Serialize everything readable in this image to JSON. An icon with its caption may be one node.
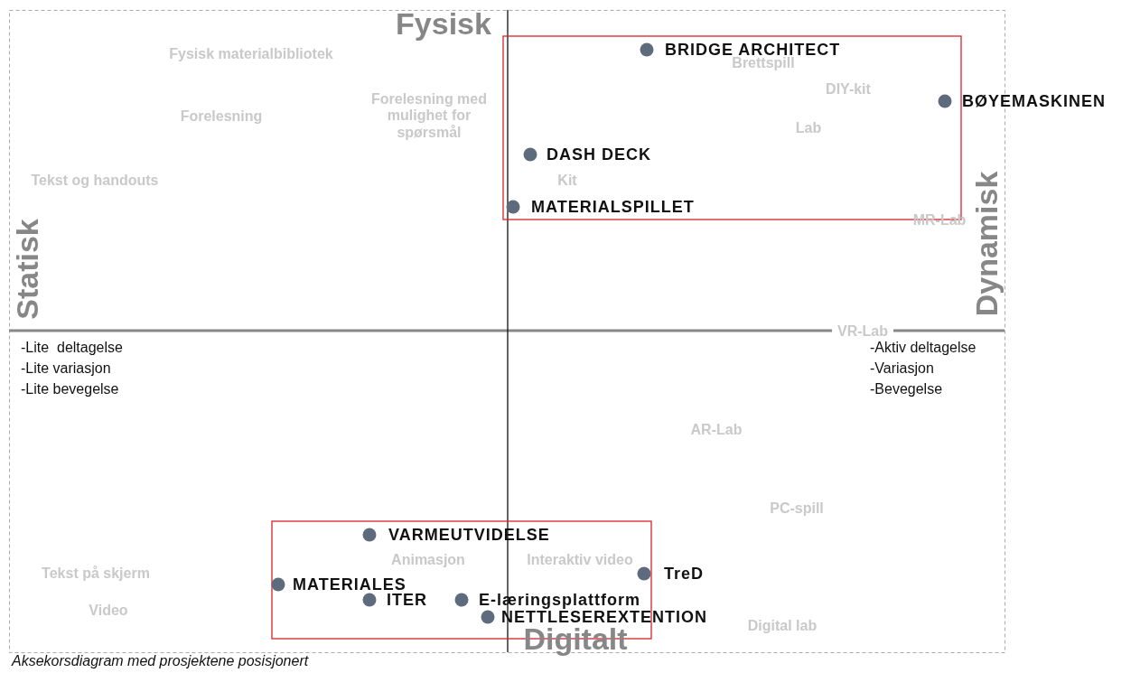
{
  "diagram": {
    "caption": "Aksekorsdiagram med prosjektene posisjonert",
    "labels": [
      "Fysisk",
      "BRIDGE ARCHITECT",
      "Fysisk materialbibliotek",
      "Brettspill",
      "DIY-kit",
      "Forelesning med mulighet for spørsmål",
      "BØYEMASKINEN",
      "Forelesning",
      "Lab",
      "DASH DECK",
      "Kit",
      "Tekst og handouts",
      "MATERIALSPILLET",
      "MR-Lab",
      "Statisk",
      "Dynamisk",
      "VR-Lab",
      "-Lite  deltagelse",
      "-Aktiv deltagelse",
      "-Lite variasjon",
      "-Variasjon",
      "-Lite bevegelse",
      "-Bevegelse",
      "AR-Lab",
      "PC-spill",
      "VARMEUTVIDELSE",
      "Animasjon",
      "Interaktiv video",
      "Tekst på skjerm",
      "TreD",
      "MATERIALES",
      "ITER",
      "E-læringsplattform",
      "Video",
      "NETTLESEREXTENTION",
      "Digital lab",
      "Digitalt"
    ]
  }
}
